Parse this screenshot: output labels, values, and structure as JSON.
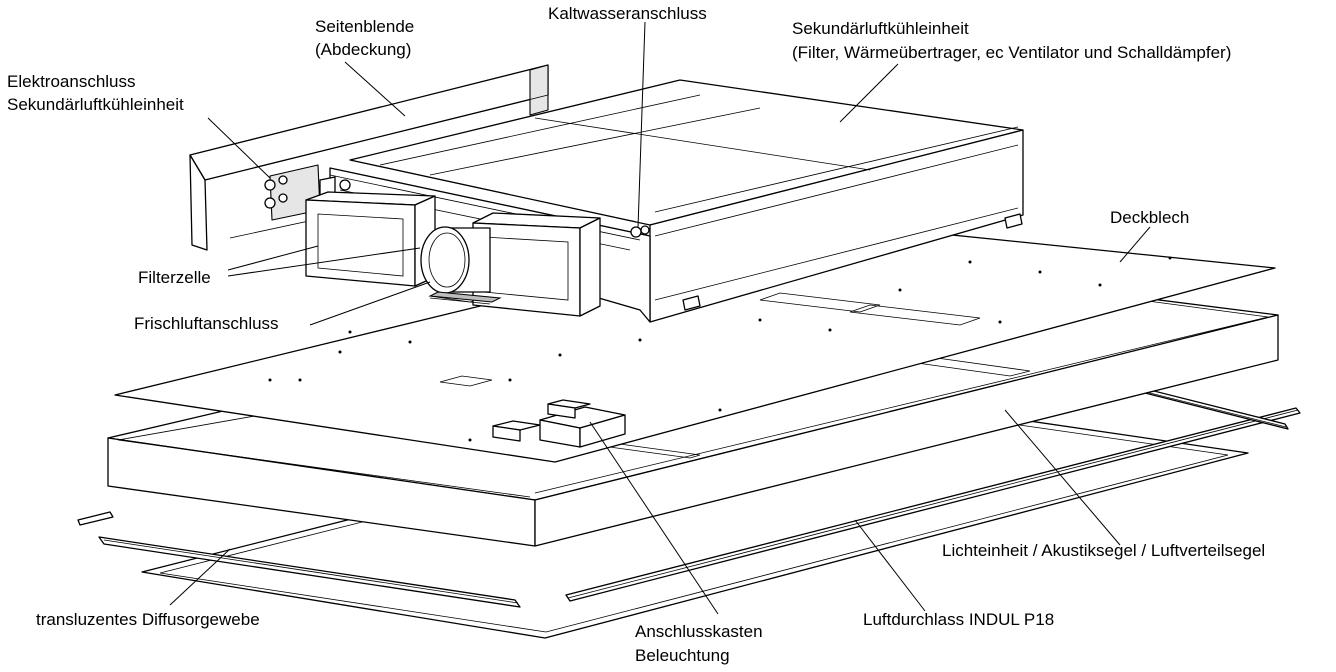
{
  "labels": {
    "seitenblende": "Seitenblende",
    "abdeckung": "(Abdeckung)",
    "kaltwasser": "Kaltwasseranschluss",
    "sekundaer_title": "Sekundärluftkühleinheit",
    "sekundaer_detail": "(Filter, Wärmeübertrager, ec Ventilator und Schalldämpfer)",
    "elektro_1": "Elektroanschluss",
    "elektro_2": "Sekundärluftkühleinheit",
    "deckblech": "Deckblech",
    "filterzelle": "Filterzelle",
    "frischluft": "Frischluftanschluss",
    "lichteinheit": "Lichteinheit / Akustiksegel / Luftverteilsegel",
    "diffusor": "transluzentes Diffusorgewebe",
    "luftdurchlass": "Luftdurchlass INDUL P18",
    "anschluss_1": "Anschlusskasten",
    "anschluss_2": "Beleuchtung"
  }
}
